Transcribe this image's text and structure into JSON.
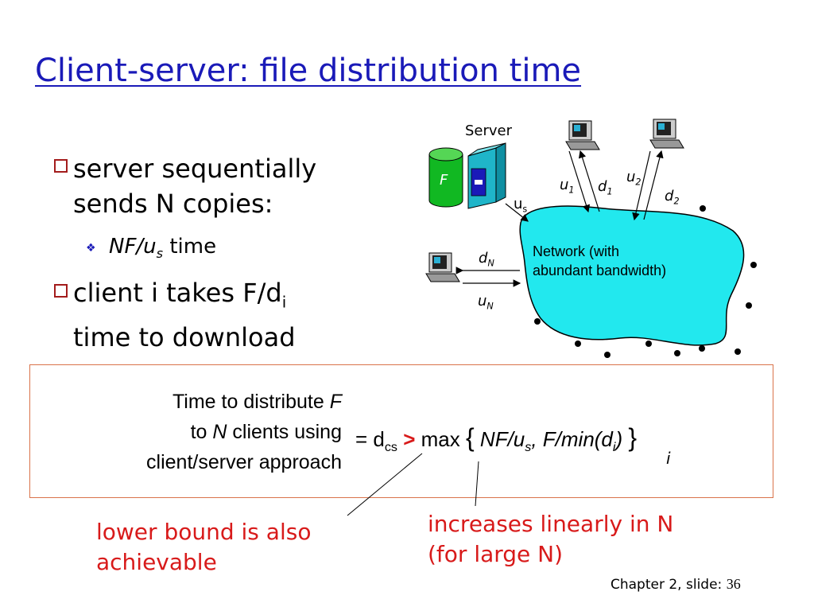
{
  "title": "Client-server: file distribution time",
  "bullets": {
    "b1_line1": "server sequentially",
    "b1_line2": "sends N copies:",
    "sub_nf": "NF/u",
    "sub_nf_sub": "s",
    "sub_time": "time",
    "b2_line1": "client i takes F/d",
    "b2_line1_sub": "i",
    "b2_line2": "time to download"
  },
  "diagram": {
    "server_label": "Server",
    "file_label": "F",
    "us": "u",
    "us_sub": "s",
    "u1": "u",
    "u1_sub": "1",
    "d1": "d",
    "d1_sub": "1",
    "u2": "u",
    "u2_sub": "2",
    "d2": "d",
    "d2_sub": "2",
    "dN": "d",
    "dN_sub": "N",
    "uN": "u",
    "uN_sub": "N",
    "network_line1": "Network (with",
    "network_line2": "abundant bandwidth)"
  },
  "formula": {
    "lhs_line1": "Time to  distribute ",
    "lhs_line1_var": "F",
    "lhs_line2_pre": "to ",
    "lhs_line2_var": "N",
    "lhs_line2_post": " clients using",
    "lhs_line3": "client/server approach",
    "eq": "= d",
    "eq_sub": "cs",
    "gt": ">",
    "max": "max",
    "open_brace": "{",
    "nf": "NF/u",
    "nf_sub": "s",
    "comma_f": ", F/min(d",
    "d_sub": "i",
    "close_paren": ")",
    "close_brace": "}",
    "min_under": "i"
  },
  "annotations": {
    "lower_line1": "lower bound is also",
    "lower_line2": "achievable",
    "inc_line1": "increases linearly in N",
    "inc_line2": "(for large N)"
  },
  "footer": {
    "chapter": "Chapter 2, slide: ",
    "slide_num": "36"
  }
}
